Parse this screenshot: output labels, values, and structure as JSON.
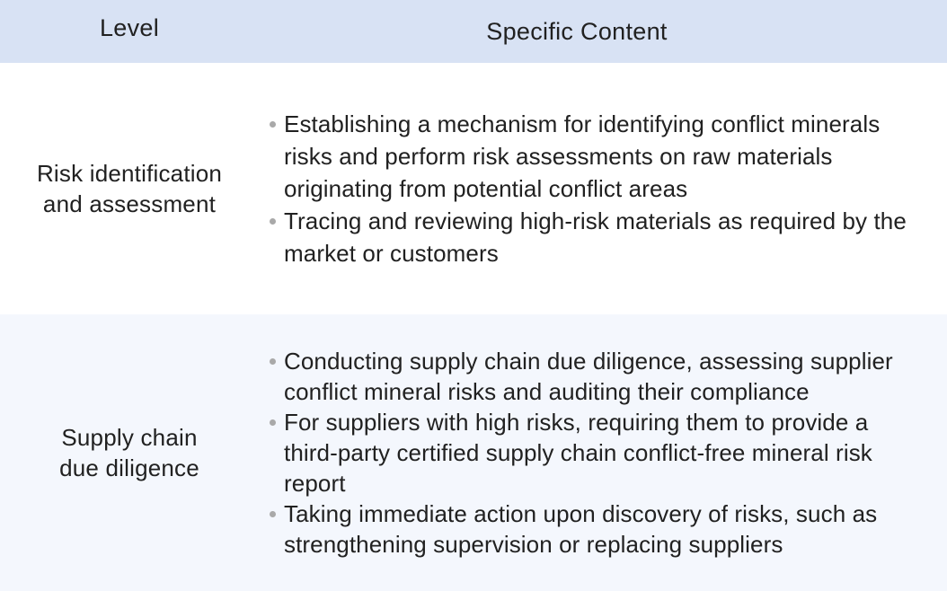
{
  "header": {
    "level": "Level",
    "content": "Specific Content"
  },
  "rows": [
    {
      "level": "Risk identification and assessment",
      "level_lines": [
        "Risk identification",
        "and assessment"
      ],
      "bullets": [
        "Establishing a mechanism for identifying conflict minerals risks and perform risk assessments on raw materials originating from potential conflict areas",
        "Tracing and reviewing high-risk materials as required by the market or customers"
      ]
    },
    {
      "level": "Supply chain due diligence",
      "level_lines": [
        "Supply chain",
        "due diligence"
      ],
      "bullets": [
        "Conducting supply chain due diligence, assessing supplier conflict mineral risks and auditing their compliance",
        "For suppliers with high risks, requiring them to provide a third-party certified supply chain conflict-free mineral risk report",
        "Taking immediate action upon discovery of risks, such as strengthening supervision or replacing suppliers"
      ]
    }
  ],
  "colors": {
    "header_bg": "#d8e2f4",
    "row_alt_bg": "#f4f7fd",
    "text": "#212121",
    "bullet_dot": "#a9a9a9"
  }
}
